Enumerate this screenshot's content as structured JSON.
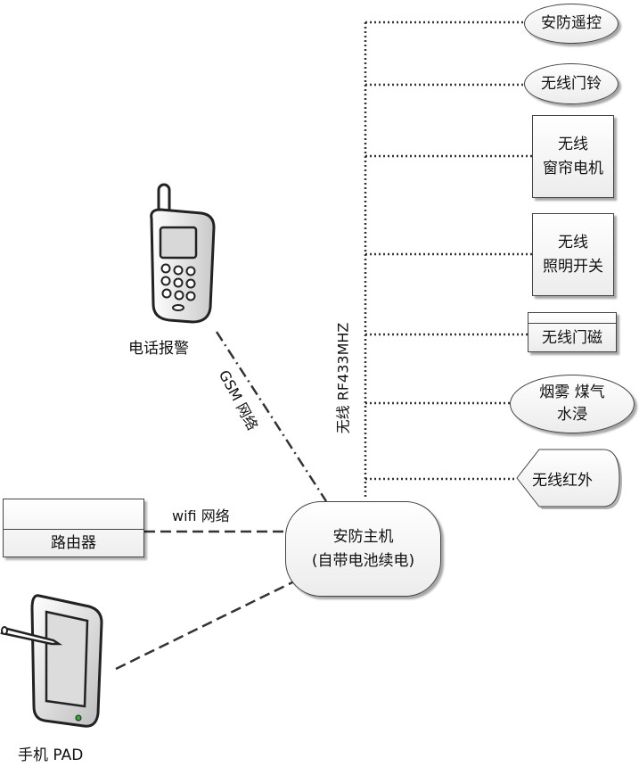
{
  "hub": {
    "line1": "安防主机",
    "line2": "(自带电池续电)"
  },
  "left": {
    "phone_label": "电话报警",
    "gsm_label": "GSM 网络",
    "wifi_label": "wifi 网络",
    "router_label": "路由器",
    "pad_label": "手机 PAD"
  },
  "bus_label": "无线 RF433MHZ",
  "devices": {
    "remote": "安防遥控",
    "doorbell": "无线门铃",
    "curtain_line1": "无线",
    "curtain_line2": "窗帘电机",
    "light_line1": "无线",
    "light_line2": "照明开关",
    "door_sensor": "无线门磁",
    "smoke_line1": "烟雾 煤气",
    "smoke_line2": "水浸",
    "infrared": "无线红外"
  }
}
